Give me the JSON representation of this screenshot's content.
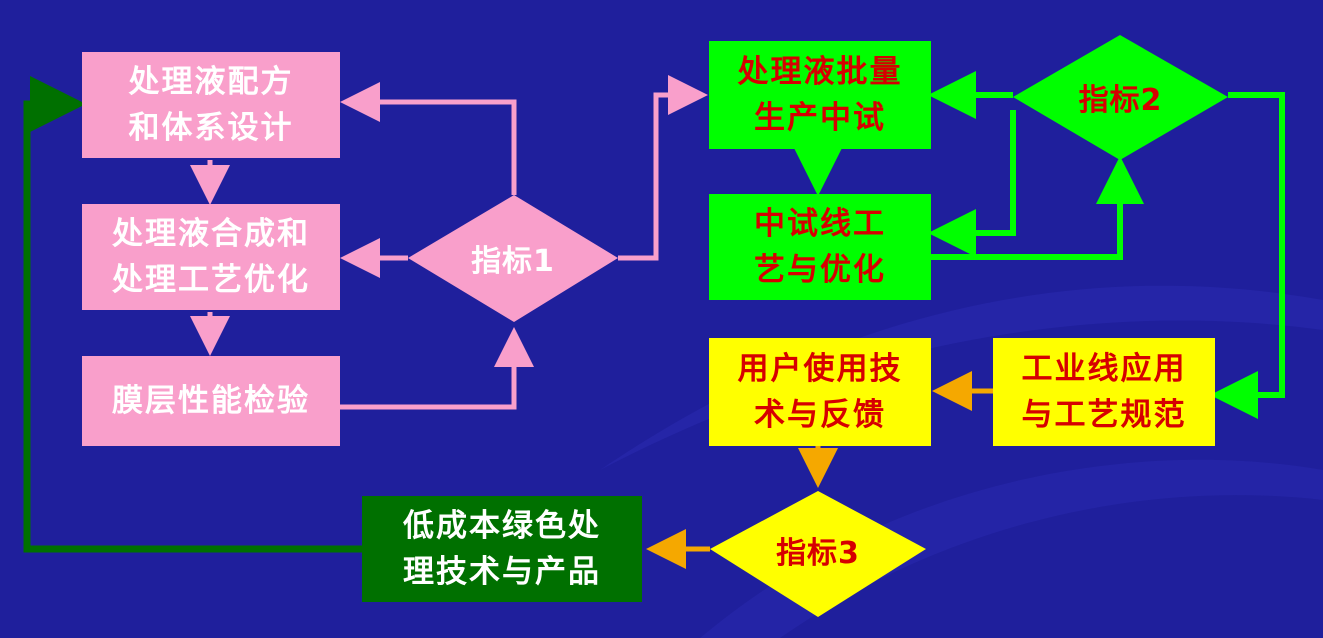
{
  "boxes": {
    "formula_design": [
      "处理液配方",
      "和体系设计"
    ],
    "synthesis_opt": [
      "处理液合成和",
      "处理工艺优化"
    ],
    "film_test": [
      "膜层性能检验"
    ],
    "batch_pilot": [
      "处理液批量",
      "生产中试"
    ],
    "pilot_line_opt": [
      "中试线工",
      "艺与优化"
    ],
    "user_feedback": [
      "用户使用技",
      "术与反馈"
    ],
    "industrial_app": [
      "工业线应用",
      "与工艺规范"
    ],
    "low_cost_product": [
      "低成本绿色处",
      "理技术与产品"
    ]
  },
  "decisions": {
    "index1": "指标1",
    "index2": "指标2",
    "index3": "指标3"
  },
  "colors": {
    "background": "#1f1f9c",
    "pink": "#f99fcb",
    "lime": "#00ff00",
    "yellow": "#ffff00",
    "dark_green": "#007000",
    "orange_arrow": "#f5a800",
    "red_text": "#d60000"
  }
}
